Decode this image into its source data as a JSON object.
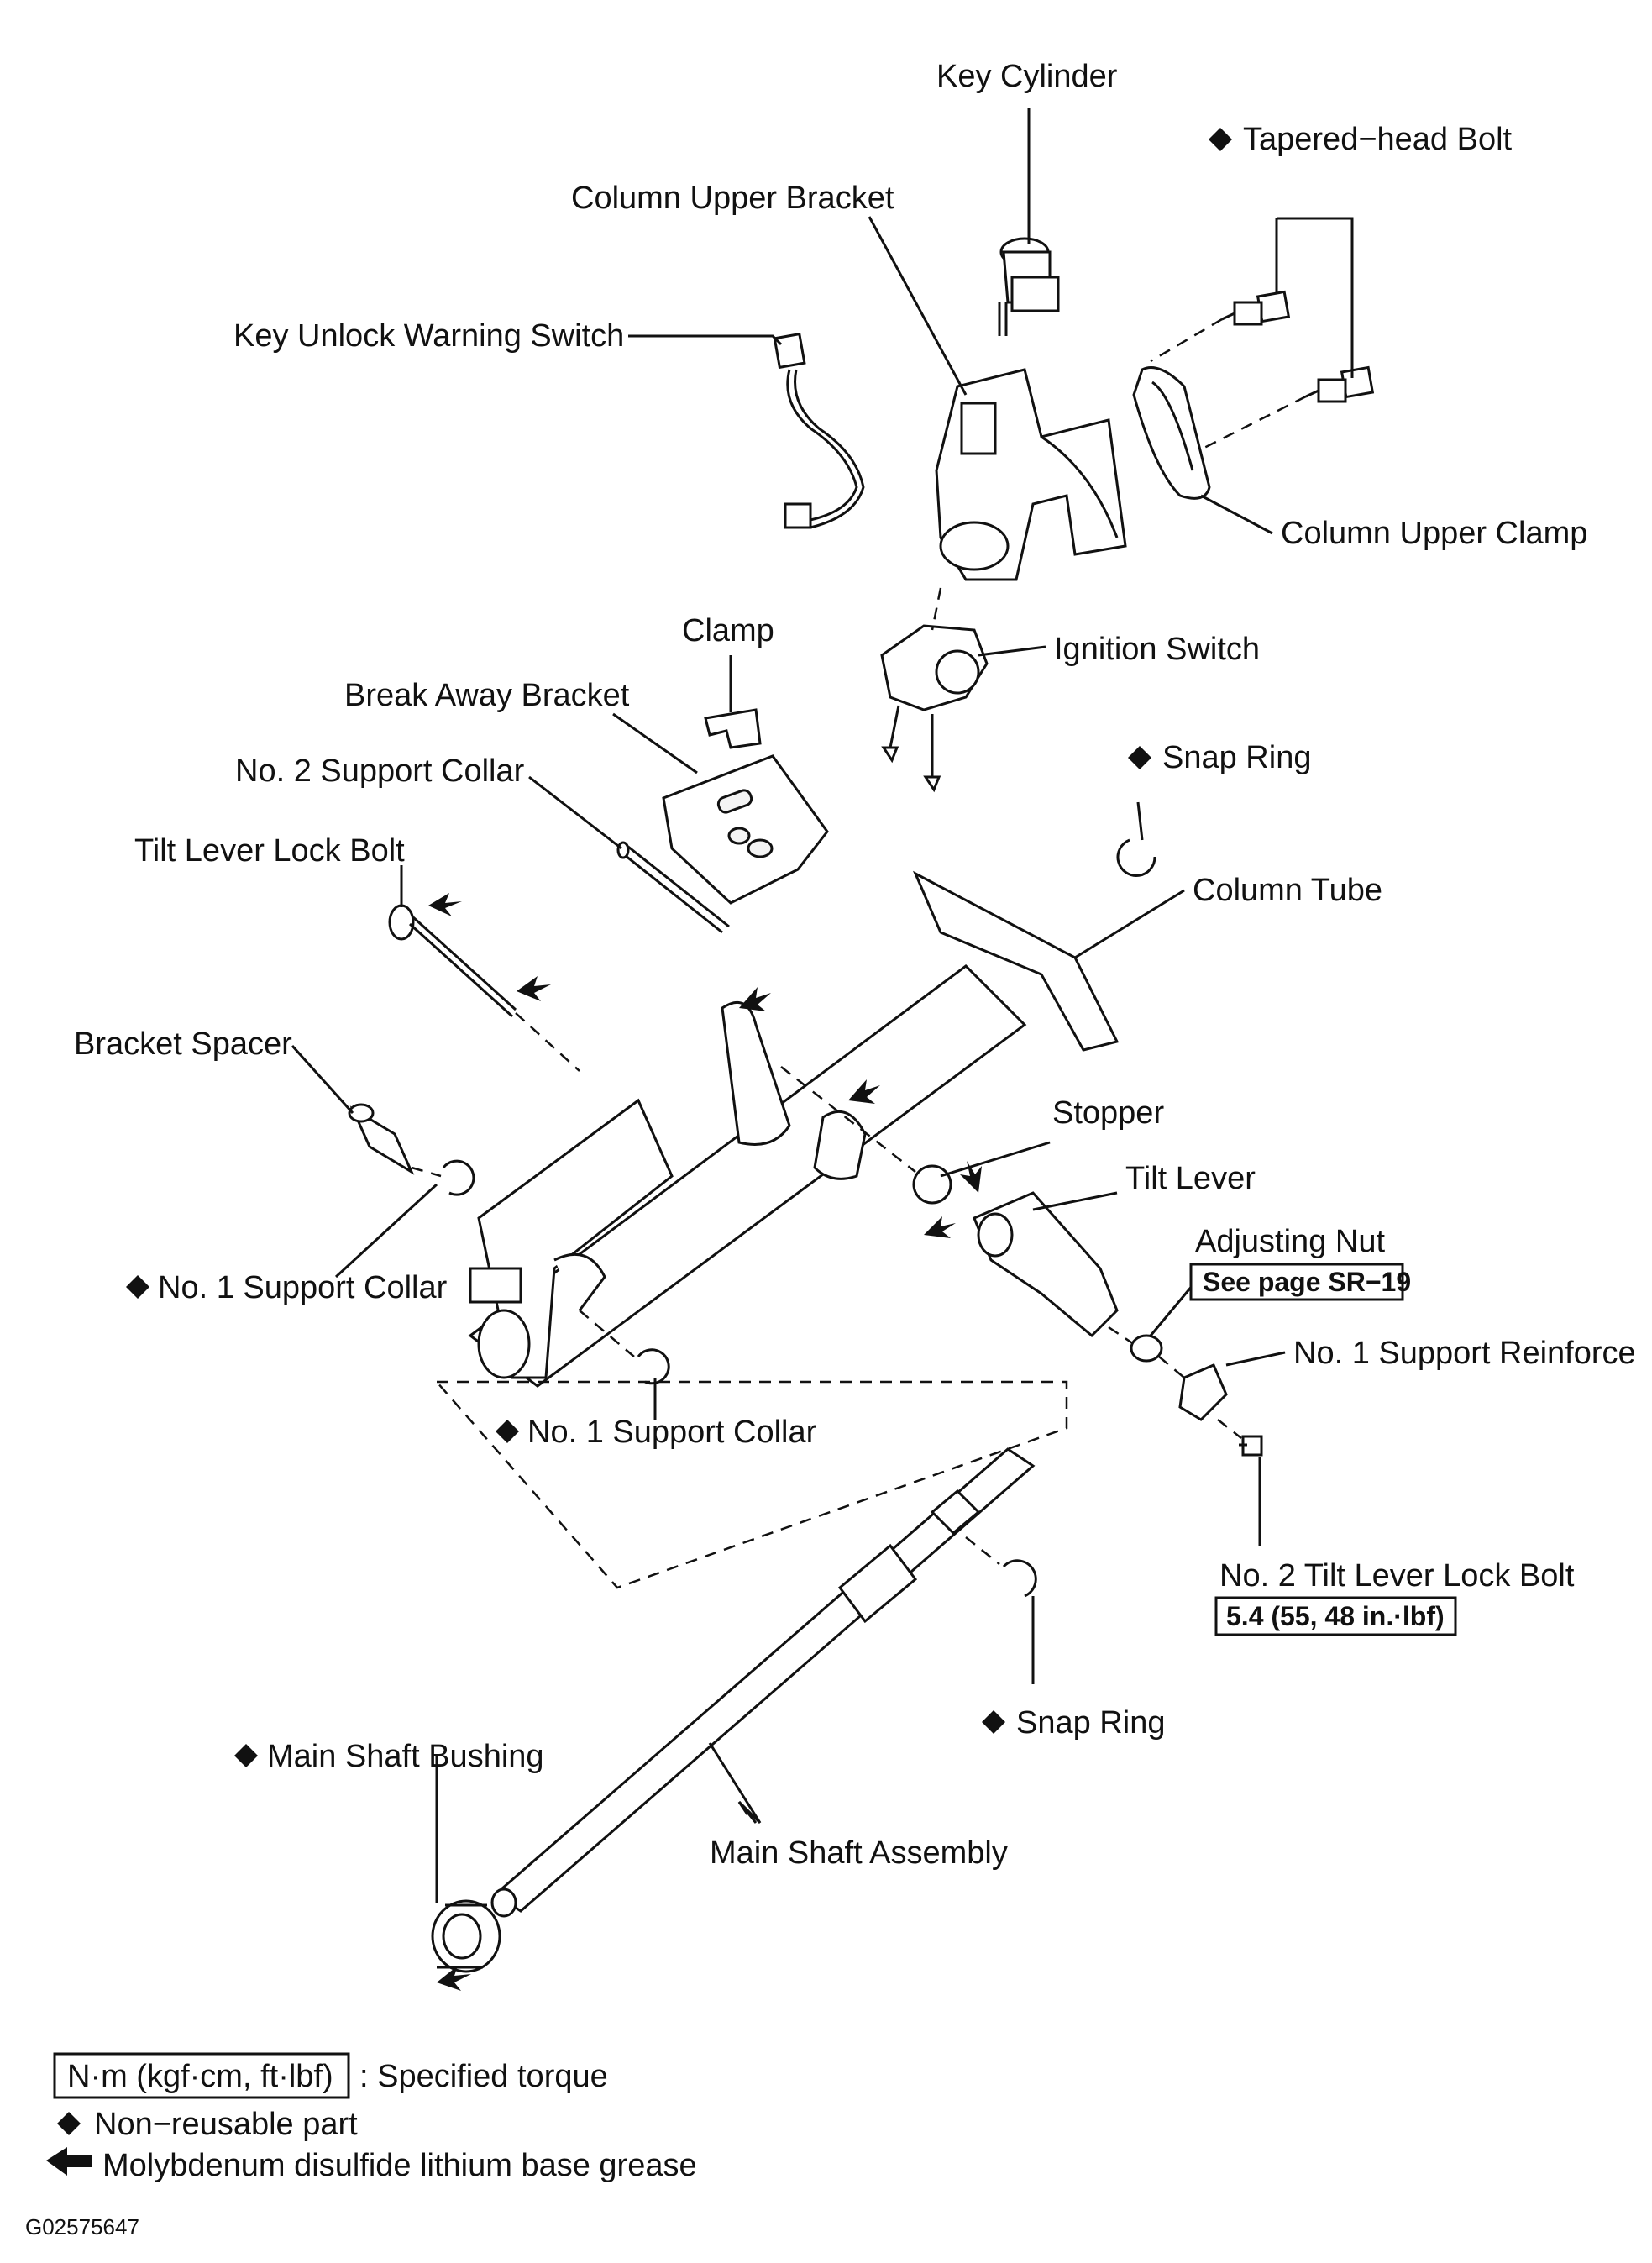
{
  "labels": {
    "key_cylinder": "Key Cylinder",
    "tapered_head_bolt": "Tapered−head Bolt",
    "column_upper_bracket": "Column Upper Bracket",
    "key_unlock_warning_switch": "Key Unlock Warning Switch",
    "column_upper_clamp": "Column Upper Clamp",
    "clamp": "Clamp",
    "ignition_switch": "Ignition Switch",
    "break_away_bracket": "Break Away Bracket",
    "snap_ring_top": "Snap Ring",
    "no2_support_collar": "No. 2 Support Collar",
    "tilt_lever_lock_bolt": "Tilt Lever Lock Bolt",
    "column_tube": "Column Tube",
    "bracket_spacer": "Bracket Spacer",
    "stopper": "Stopper",
    "tilt_lever": "Tilt Lever",
    "adjusting_nut": "Adjusting Nut",
    "adjusting_nut_ref": "See page SR−19",
    "no1_support_collar_left": "No. 1 Support Collar",
    "no1_support_reinforce": "No. 1 Support Reinforce",
    "no1_support_collar_center": "No. 1 Support Collar",
    "no2_tilt_lever_lock_bolt": "No. 2 Tilt Lever Lock Bolt",
    "no2_tilt_lever_lock_bolt_torque": "5.4 (55, 48 in.·lbf)",
    "snap_ring_bottom": "Snap Ring",
    "main_shaft_bushing": "Main Shaft Bushing",
    "main_shaft_assembly": "Main Shaft Assembly"
  },
  "legend": {
    "torque_box": "N·m (kgf·cm, ft·lbf)",
    "torque_text": ": Specified torque",
    "nonreusable_text": "Non−reusable part",
    "grease_text": "Molybdenum disulfide lithium base grease"
  },
  "figure_id": "G02575647"
}
